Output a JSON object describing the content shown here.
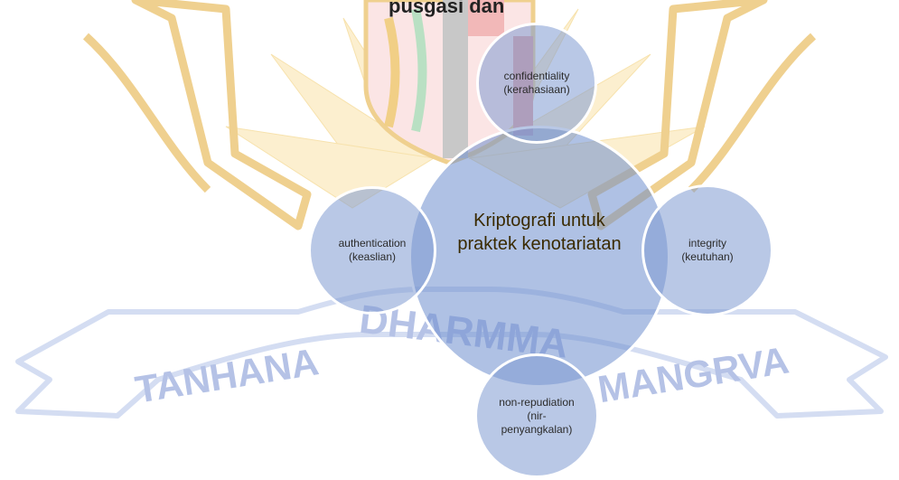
{
  "watermark": {
    "top_text": "pusgasi dan",
    "ribbon_left": "TANHANA",
    "ribbon_center": "DHARMMA",
    "ribbon_right": "MANGRVA"
  },
  "diagram": {
    "center": "Kriptografi untuk praktek kenotariatan",
    "top": "confidentiality (kerahasiaan)",
    "left": "authentication (keaslian)",
    "right": "integrity (keutuhan)",
    "bottom": "non-repudiation (nir-penyangkalan)"
  },
  "colors": {
    "circle_fill": "#809AD2",
    "circle_border": "#FFFFFF",
    "emblem_gold": "#F5D48A",
    "emblem_red": "#E8A0A0",
    "ribbon_text": "#AAB8E0"
  }
}
